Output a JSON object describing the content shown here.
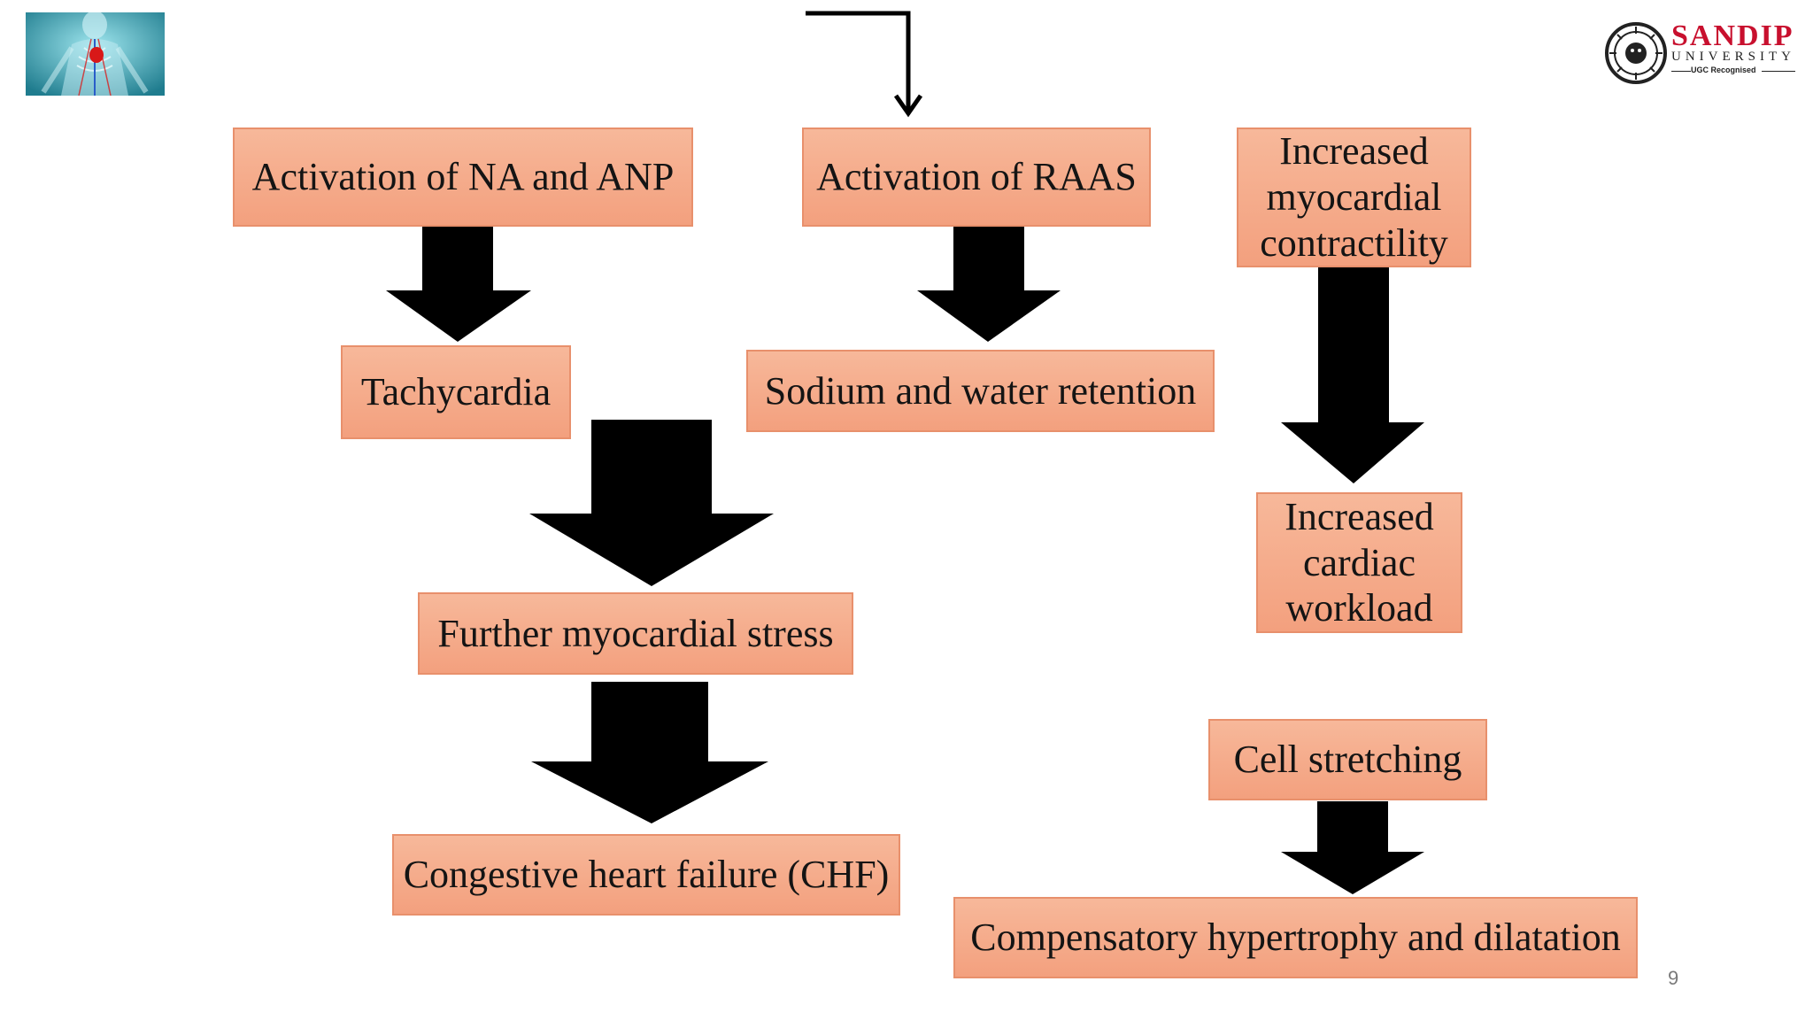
{
  "boxes": {
    "na_anp": "Activation of NA and ANP",
    "raas": "Activation of RAAS",
    "contractility": [
      "Increased",
      "myocardial",
      "contractility"
    ],
    "tachycardia": "Tachycardia",
    "sodium": "Sodium and water retention",
    "workload": [
      "Increased",
      "cardiac",
      "workload"
    ],
    "stress": "Further myocardial stress",
    "cell_stretching": "Cell stretching",
    "chf": "Congestive heart failure (CHF)",
    "hypertrophy": "Compensatory hypertrophy and dilatation"
  },
  "logo": {
    "name": "SANDIP",
    "subtitle": "UNIVERSITY",
    "tagline": "UGC Recognised"
  },
  "page_number": "9",
  "icons": {
    "thumbnail": "anatomy-heart-image",
    "logo_emblem": "university-emblem-icon"
  },
  "colors": {
    "box_fill": "#f3a07e",
    "box_border": "#e8906c",
    "arrow": "#000000",
    "brand_red": "#c8102e"
  }
}
